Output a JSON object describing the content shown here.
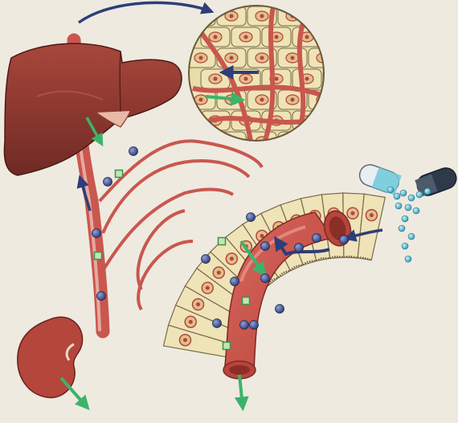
{
  "figure": {
    "organs": [
      "liver",
      "liver-lobule-magnified",
      "intestine",
      "intestinal-villi",
      "blood-vessel",
      "kidney",
      "capsule"
    ],
    "molecules": [
      {
        "kind": "drug-sphere",
        "color": "#3a4d8f"
      },
      {
        "kind": "metabolite-square",
        "color": "#6fc27a"
      },
      {
        "kind": "capsule-granule",
        "color": "#46b3c9"
      }
    ],
    "arrows": [
      {
        "kind": "transport",
        "color": "#2d3e78"
      },
      {
        "kind": "excretion",
        "color": "#3db36a"
      }
    ],
    "colors": {
      "background": "#efeae0",
      "liver": "#8f3a30",
      "vessel": "#c9574e",
      "vessel_light": "#e6a9a0",
      "cells": "#efe3b8",
      "cell_border": "#7a6a4a",
      "nucleus": "#e3bd8b",
      "nucleolus": "#b0483c",
      "capsule_white": "#e9eef2",
      "capsule_cyan": "#6ec8da",
      "capsule_dark": "#2e3a4a"
    }
  }
}
